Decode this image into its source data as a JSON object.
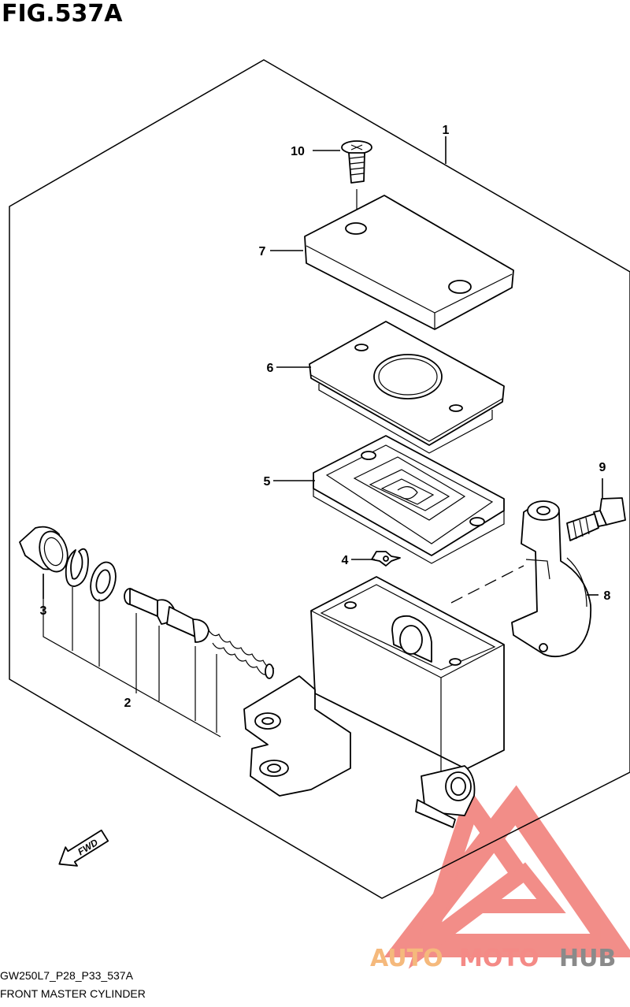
{
  "figure": {
    "title": "FIG.537A"
  },
  "footer": {
    "code": "GW250L7_P28_P33_537A",
    "name": "FRONT MASTER CYLINDER"
  },
  "watermark": {
    "prefix": "AUTO",
    "middle": "MOTO",
    "suffix": "HUB",
    "colors": {
      "auto": "#f5b97c",
      "moto": "#f48a86",
      "hub": "#8a8a8a",
      "logo": "#f07a74"
    }
  },
  "direction": {
    "label": "FWD"
  },
  "parts": [
    {
      "ref": "1"
    },
    {
      "ref": "2"
    },
    {
      "ref": "3"
    },
    {
      "ref": "4"
    },
    {
      "ref": "5"
    },
    {
      "ref": "6"
    },
    {
      "ref": "7"
    },
    {
      "ref": "8"
    },
    {
      "ref": "9"
    },
    {
      "ref": "10"
    }
  ]
}
